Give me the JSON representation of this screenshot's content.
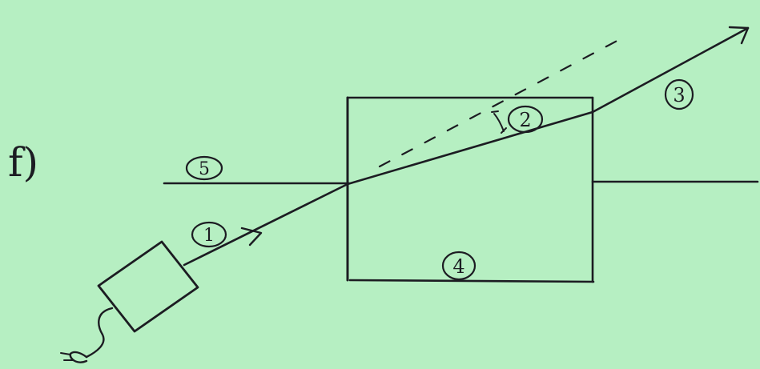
{
  "part_label": "f)",
  "labels": {
    "incident_ray": "1",
    "refracted_ray": "2",
    "emergent_ray": "3",
    "block": "4",
    "normal": "5"
  },
  "colors": {
    "paper": "#b6efc2",
    "ink": "#1c1c22"
  }
}
